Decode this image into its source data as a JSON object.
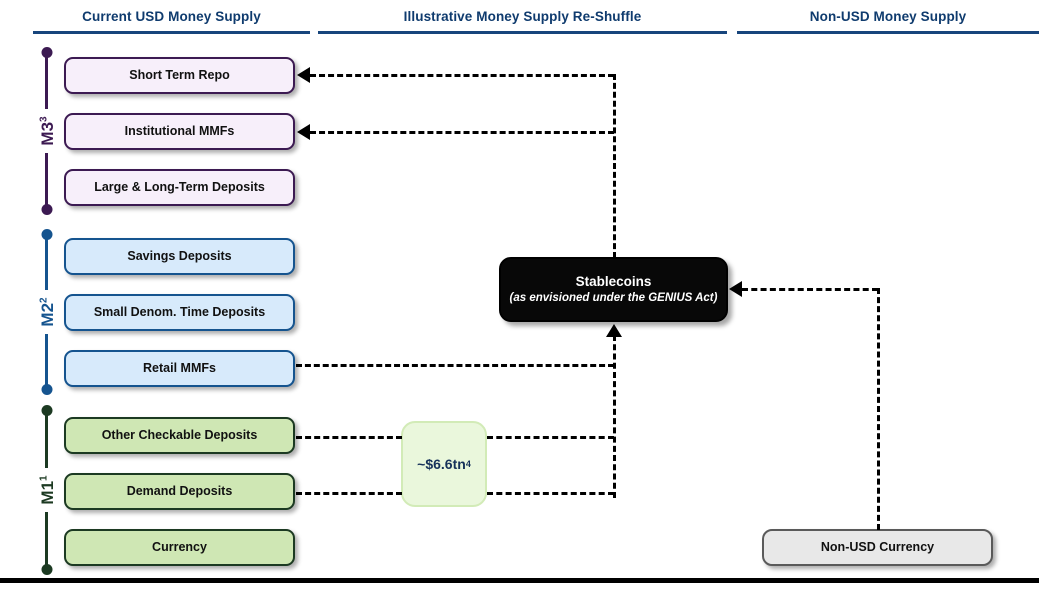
{
  "columns": [
    {
      "title": "Current USD Money Supply"
    },
    {
      "title": "Illustrative Money Supply Re-Shuffle"
    },
    {
      "title": "Non-USD Money Supply"
    }
  ],
  "brackets": [
    {
      "id": "m3",
      "label": "M3",
      "superscript": "3",
      "color": "#3c1a52"
    },
    {
      "id": "m2",
      "label": "M2",
      "superscript": "2",
      "color": "#15548f"
    },
    {
      "id": "m1",
      "label": "M1",
      "superscript": "1",
      "color": "#1c3a22"
    }
  ],
  "aggregates": {
    "m3": {
      "items": [
        {
          "label": "Short Term Repo"
        },
        {
          "label": "Institutional MMFs"
        },
        {
          "label": "Large & Long-Term Deposits"
        }
      ]
    },
    "m2": {
      "items": [
        {
          "label": "Savings Deposits"
        },
        {
          "label": "Small Denom. Time Deposits"
        },
        {
          "label": "Retail MMFs"
        }
      ]
    },
    "m1": {
      "items": [
        {
          "label": "Other Checkable Deposits"
        },
        {
          "label": "Demand Deposits"
        },
        {
          "label": "Currency"
        }
      ]
    }
  },
  "stablecoins": {
    "title": "Stablecoins",
    "subtitle": "(as envisioned under the GENIUS Act)"
  },
  "amount": {
    "value": "~$6.6tn",
    "superscript": "4"
  },
  "non_usd": {
    "label": "Non-USD Currency"
  },
  "colors": {
    "header_text": "#0f3b6e",
    "header_rule": "#17457c",
    "m3_fill": "#f7effa",
    "m3_border": "#3c1a52",
    "m2_fill": "#d7eafb",
    "m2_border": "#15548f",
    "m1_fill": "#cfe7b4",
    "m1_border": "#1c3a22",
    "stablecoin_fill": "#080808",
    "nonusd_fill": "#e8e8e8",
    "amount_fill": "#eaf7dc",
    "flow_line": "#000000"
  }
}
